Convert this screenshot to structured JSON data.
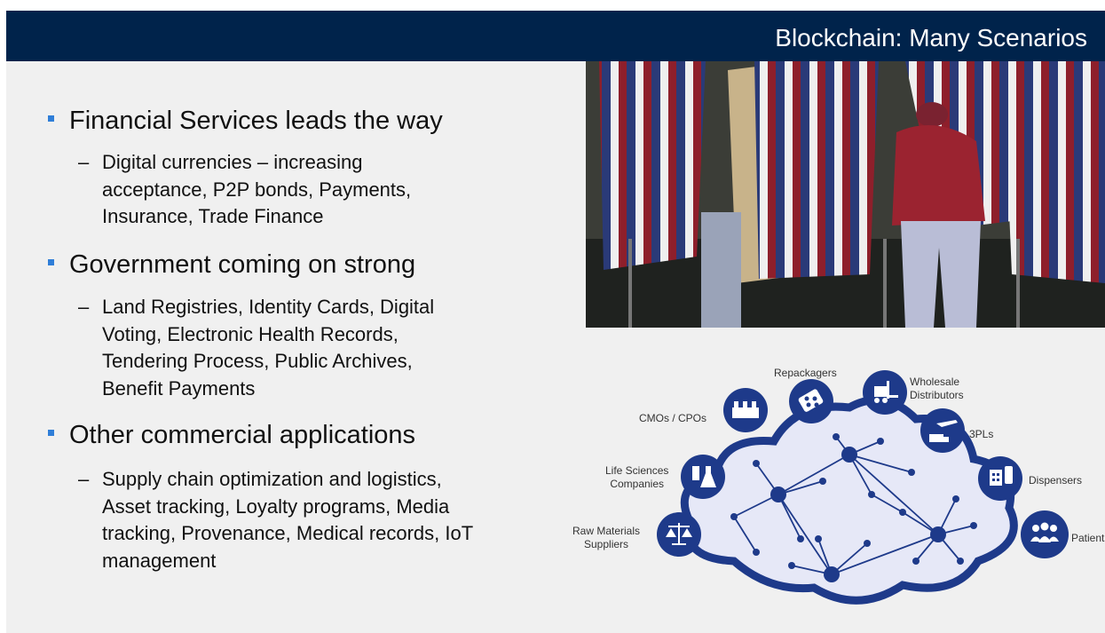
{
  "title": "Blockchain: Many Scenarios",
  "bullets": [
    {
      "heading": "Financial Services leads the way",
      "detail": "Digital currencies – increasing\nacceptance, P2P bonds, Payments,\nInsurance, Trade Finance"
    },
    {
      "heading": "Government coming on strong",
      "detail": "Land Registries, Identity Cards, Digital\nVoting, Electronic Health Records,\nTendering Process, Public Archives,\nBenefit Payments"
    },
    {
      "heading": "Other commercial applications",
      "detail": "Supply chain optimization and logistics,\nAsset tracking, Loyalty programs, Media\ntracking, Provenance, Medical records, IoT\nmanagement"
    }
  ],
  "dash": "–",
  "diagram": {
    "labels": {
      "repackagers": "Repackagers",
      "wholesale": "Wholesale\nDistributors",
      "cmos": "CMOs / CPOs",
      "threepl": "3PLs",
      "lifesci": "Life Sciences\nCompanies",
      "dispensers": "Dispensers",
      "raw": "Raw Materials\nSuppliers",
      "patients": "Patients"
    },
    "icons": {
      "repackagers": "pill-pack-icon",
      "wholesale": "forklift-icon",
      "cmos": "factory-icon",
      "threepl": "plane-truck-icon",
      "lifesci": "lab-flask-icon",
      "dispensers": "pharmacy-icon",
      "raw": "scales-icon",
      "patients": "people-icon"
    }
  },
  "colors": {
    "title_bar": "#00234b",
    "bullet": "#2f7ed8",
    "diagram_blue": "#1e3a8a",
    "cloud_fill": "#e6e8f7"
  }
}
